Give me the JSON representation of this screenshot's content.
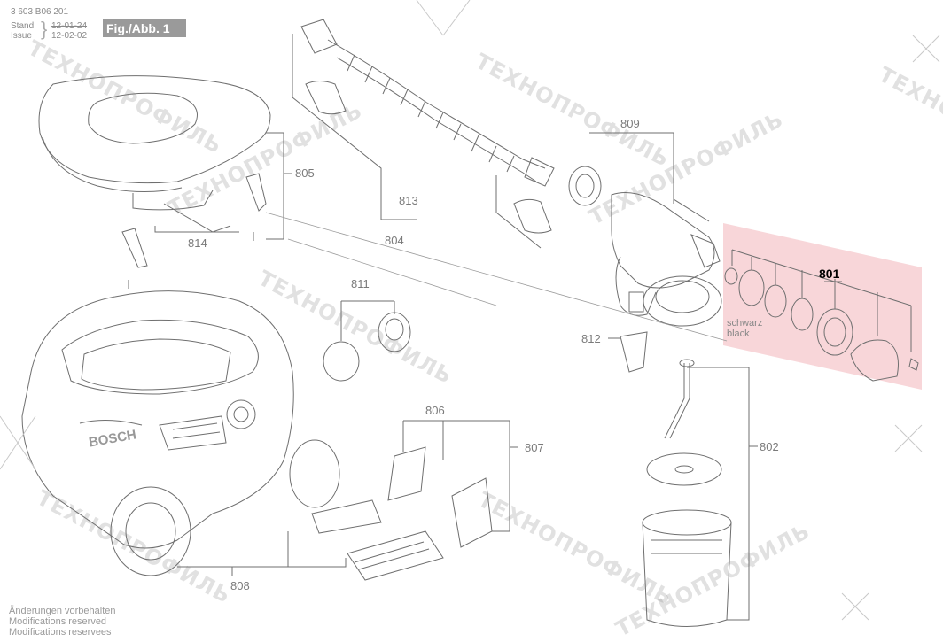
{
  "header": {
    "doc_number": "3 603 B06 201",
    "stand_label": "Stand",
    "issue_label": "Issue",
    "date_old": "12-01-24",
    "date_new": "12-02-02",
    "figure_label": "Fig./Abb. 1"
  },
  "callouts": {
    "c805": "805",
    "c814": "814",
    "c813": "813",
    "c804": "804",
    "c809": "809",
    "c801": "801",
    "c811": "811",
    "c812": "812",
    "c806": "806",
    "c807": "807",
    "c802": "802",
    "c808": "808"
  },
  "color_note": {
    "de": "schwarz",
    "en": "black"
  },
  "brand_text": "BOSCH",
  "watermark_text": "ТЕХНОПРОФИЛЬ",
  "footer": {
    "de": "Änderungen vorbehalten",
    "en": "Modifications reserved",
    "fr": "Modifications reservees"
  },
  "colors": {
    "highlight": "#f7c9cc",
    "line": "#6f6f6f"
  }
}
